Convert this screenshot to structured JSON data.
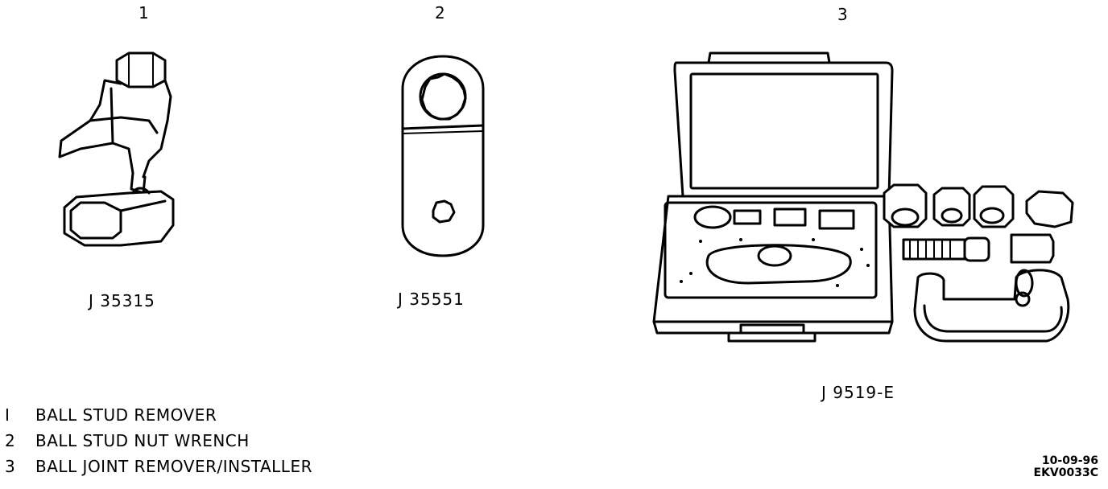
{
  "tools": [
    {
      "index": "1",
      "part_number": "J 35315",
      "name": "BALL STUD REMOVER"
    },
    {
      "index": "2",
      "part_number": "J 35551",
      "name": "BALL STUD NUT WRENCH"
    },
    {
      "index": "3",
      "part_number": "J 9519-E",
      "name": "BALL JOINT REMOVER/INSTALLER"
    }
  ],
  "legend": [
    {
      "n": "I",
      "text": "BALL STUD REMOVER"
    },
    {
      "n": "2",
      "text": "BALL STUD NUT WRENCH"
    },
    {
      "n": "3",
      "text": "BALL JOINT REMOVER/INSTALLER"
    }
  ],
  "stamp": {
    "date": "10-09-96",
    "code": "EKV0033C"
  }
}
